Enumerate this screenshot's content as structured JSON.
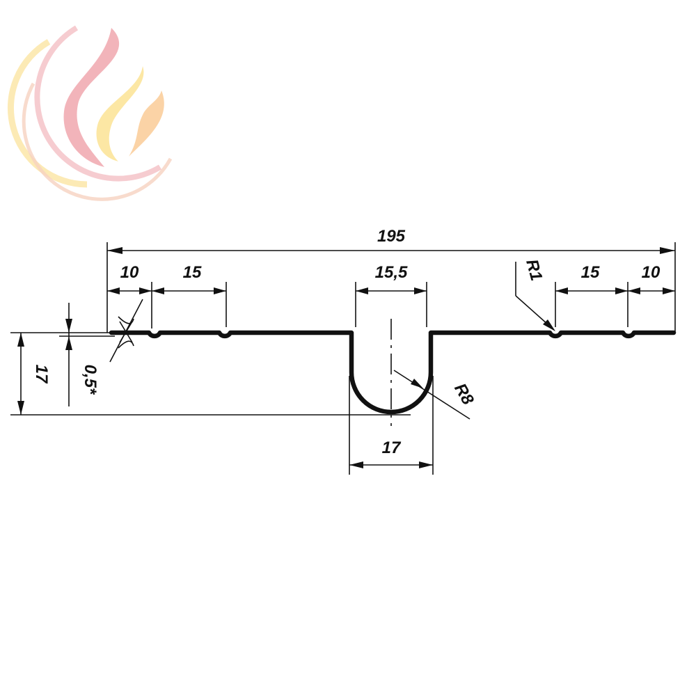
{
  "logo": {
    "icon": "flame-logo-icon",
    "colors": {
      "ring_pink": "#f4c3c8",
      "ring_yellow": "#fbe6a8",
      "flame_pink": "#f2b4ba",
      "flame_yellow": "#fce7a4",
      "flame_orange": "#fbd3a6"
    }
  },
  "dimensions": {
    "overall_width": "195",
    "left_edge_spacing": "10",
    "left_groove_spacing": "15",
    "channel_inner_width": "15,5",
    "right_groove_spacing": "15",
    "right_edge_spacing": "10",
    "groove_radius": "R1",
    "channel_radius": "R8",
    "channel_outer_width": "17",
    "total_height": "17",
    "sheet_thickness": "0,5*"
  },
  "colors": {
    "line": "#111111",
    "background": "#ffffff"
  }
}
